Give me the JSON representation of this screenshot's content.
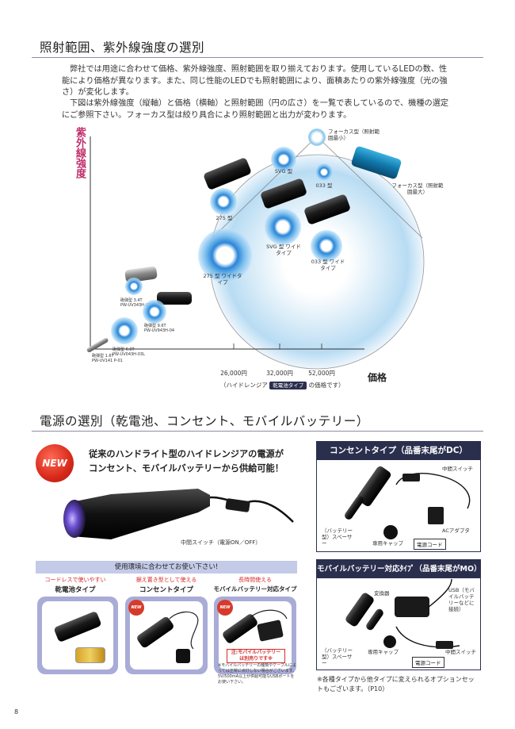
{
  "section1": {
    "title": "照射範囲、紫外線強度の選別",
    "para1": "弊社では用途に合わせて価格、紫外線強度、照射範囲を取り揃えております。使用しているLEDの数、性能により価格が異なります。また、同じ性能のLEDでも照射範囲により、面積あたりの紫外線強度（光の強さ）が変化します。",
    "para2": "下図は紫外線強度（縦軸）と価格（横軸）と照射範囲（円の広さ）を一覧で表しているので、機種の選定にご参照下さい。フォーカス型は絞り具合により照射範囲と出力が変わります。"
  },
  "chart_data": {
    "type": "scatter",
    "xlabel": "価格",
    "ylabel": "紫外線強度",
    "x_ticks": [
      "26,000円",
      "32,000円",
      "52,000円"
    ],
    "x_note_before": "（ハイドレンジア",
    "x_note_badge": "乾電池タイプ",
    "x_note_after": "の価格です）",
    "points": [
      {
        "label": "フォーカス型（照射範囲最小）"
      },
      {
        "label": "フォーカス型（照射範囲最大）"
      },
      {
        "label": "SVG 型"
      },
      {
        "label": "033 型"
      },
      {
        "label": "275 型"
      },
      {
        "label": "SVG 型 ワイドタイプ"
      },
      {
        "label": "033 型 ワイドタイプ"
      },
      {
        "label": "275 型 ワイドタイプ"
      },
      {
        "label": "砲弾型 3.4T",
        "code": "PW-UV343H-02"
      },
      {
        "label": "砲弾型 9.6T",
        "code": "PW-UV943H-04"
      },
      {
        "label": "砲弾型 0.6T",
        "code": "PW-UV043H-03L"
      },
      {
        "label": "砲弾型 1.6T",
        "code": "PW-UV141 P-01"
      }
    ]
  },
  "section2": {
    "title": "電源の選別（乾電池、コンセント、モバイルバッテリー）",
    "new_badge": "NEW",
    "headline1": "従来のハンドライト型のハイドレンジアの電源が",
    "headline2": "コンセント、モバイルバッテリーから供給可能！",
    "switch_caption": "中間スイッチ（電源ON／OFF）",
    "usage_bar": "使用環境に合わせてお使い下さい!",
    "cards": [
      {
        "tagline": "コードレスで使いやすい",
        "title": "乾電池タイプ"
      },
      {
        "tagline": "据え置き型として使える",
        "title": "コンセントタイプ",
        "badge": "NEW"
      },
      {
        "tagline": "長時間使える",
        "title": "モバイルバッテリー対応タイプ",
        "badge": "NEW",
        "warning1": "注:モバイルバッテリー",
        "warning2": "は別売りです※"
      }
    ],
    "footnote": "※モバイルバッテリーの種類やケーブルによっては正常に点灯しない場合がございます。5V/500mA以上が供給可能なUSBポートをお使い下さい。",
    "dc_box": {
      "title": "コンセントタイプ（品番末尾がDC）",
      "switch": "中間スイッチ",
      "adapter": "ACアダプタ",
      "spacer": "（バッテリー型）スペーサー",
      "cap": "専用キャップ",
      "code": "電源コード"
    },
    "mo_box": {
      "title": "モバイルバッテリー対応ﾀｲﾌﾟ（品番末尾がMO）",
      "converter": "変換器",
      "usb": "USB（モバイルバッテリーなどに接続）",
      "spacer": "（バッテリー型）スペーサー",
      "cap": "専用キャップ",
      "switch": "中間スイッチ",
      "code": "電源コード"
    },
    "option_note": "※各種タイプから他タイプに変えられるオプションセットもございます。（P10）"
  },
  "page_number": "8"
}
